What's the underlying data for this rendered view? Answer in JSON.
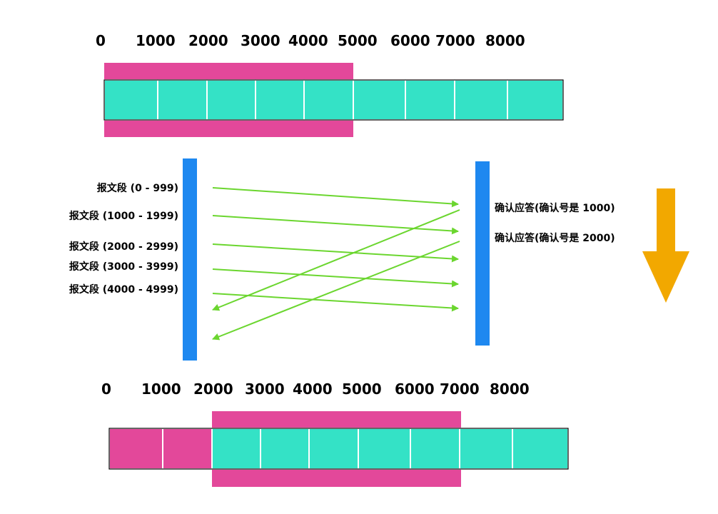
{
  "colors": {
    "window": "#e3489a",
    "segment": "#34e2c6",
    "timeline": "#1e88f0",
    "packet_arrow": "#6bd62f",
    "time_arrow": "#f2a800",
    "cell_divider": "#ffffff",
    "outline": "#000000"
  },
  "top_buffer": {
    "scale": [
      "0",
      "1000",
      "2000",
      "3000",
      "4000",
      "5000",
      "6000",
      "7000",
      "8000"
    ],
    "window_cells": [
      0,
      1,
      2,
      3,
      4
    ],
    "acked_cells": []
  },
  "bottom_buffer": {
    "scale": [
      "0",
      "1000",
      "2000",
      "3000",
      "4000",
      "5000",
      "6000",
      "7000",
      "8000"
    ],
    "window_cells": [
      2,
      3,
      4,
      5,
      6
    ],
    "acked_cells": [
      0,
      1
    ]
  },
  "sender_segments": [
    "报文段 (0 - 999)",
    "报文段 (1000 - 1999)",
    "报文段 (2000 - 2999)",
    "报文段 (3000 - 3999)",
    "报文段 (4000 - 4999)"
  ],
  "acks": [
    "确认应答(确认号是 1000)",
    "确认应答(确认号是 2000)"
  ],
  "time_arrow_icon": "down-arrow-icon"
}
